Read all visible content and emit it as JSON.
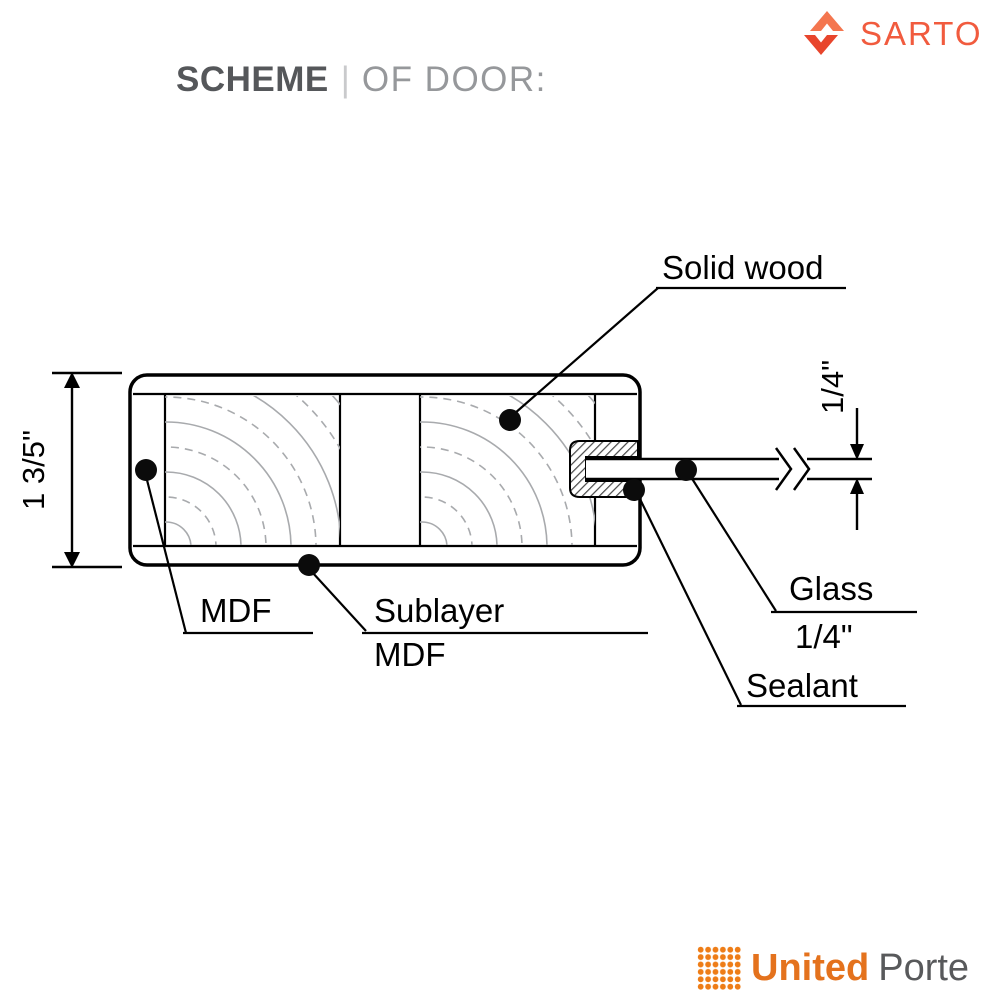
{
  "header": {
    "title_primary": "SCHEME",
    "title_separator": "|",
    "title_secondary": "OF DOOR:"
  },
  "brand_sarto": {
    "name": "SARTO"
  },
  "brand_footer": {
    "primary": "United",
    "secondary": "Porte"
  },
  "diagram": {
    "labels": {
      "solid_wood": "Solid wood",
      "mdf": "MDF",
      "sublayer_line1": "Sublayer",
      "sublayer_line2": "MDF",
      "glass_line1": "Glass",
      "glass_line2": "1/4\"",
      "sealant": "Sealant"
    },
    "dimensions": {
      "door_thickness": "1 3/5\"",
      "glass_thickness": "1/4\""
    }
  },
  "colors": {
    "sarto_orange": "#f15b3e",
    "footer_orange": "#e4721d",
    "title_dark": "#55575a",
    "title_light": "#96989b",
    "grain_gray": "#a8aaad"
  }
}
